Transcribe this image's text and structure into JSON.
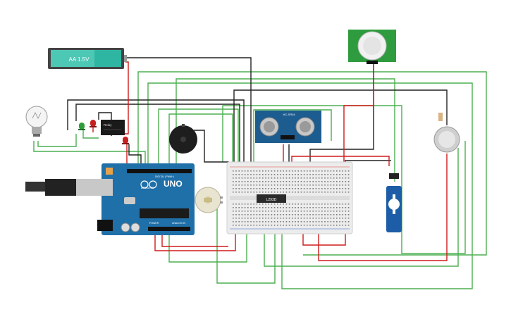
{
  "battery": {
    "label": "AA 1.5V"
  },
  "arduino": {
    "brand": "UNO",
    "model": "ARDUINO",
    "digital_label": "DIGITAL (PWM~)",
    "power_label": "POWER",
    "analog_label": "ANALOG IN"
  },
  "ic": {
    "label": "L293D"
  },
  "relay": {
    "label": "Relay"
  },
  "ultrasonic": {
    "label": "HC-SR04"
  },
  "colors": {
    "wire_green": "#4caf50",
    "wire_black": "#222222",
    "wire_red": "#d11b1b",
    "board_blue": "#1f6fa8",
    "breadboard": "#ececec"
  }
}
